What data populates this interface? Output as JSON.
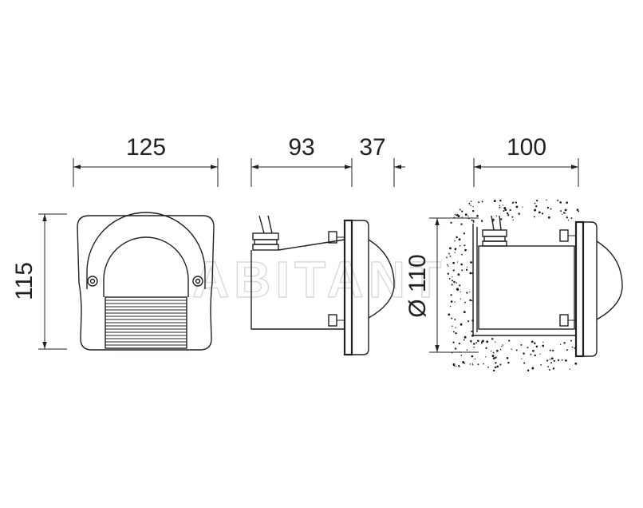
{
  "dimensions": {
    "front_width": "125",
    "side_depth": "93",
    "flange_depth": "37",
    "installed_width": "100",
    "front_height": "115",
    "diameter": "Ø 110"
  },
  "watermark": "ABITANT"
}
